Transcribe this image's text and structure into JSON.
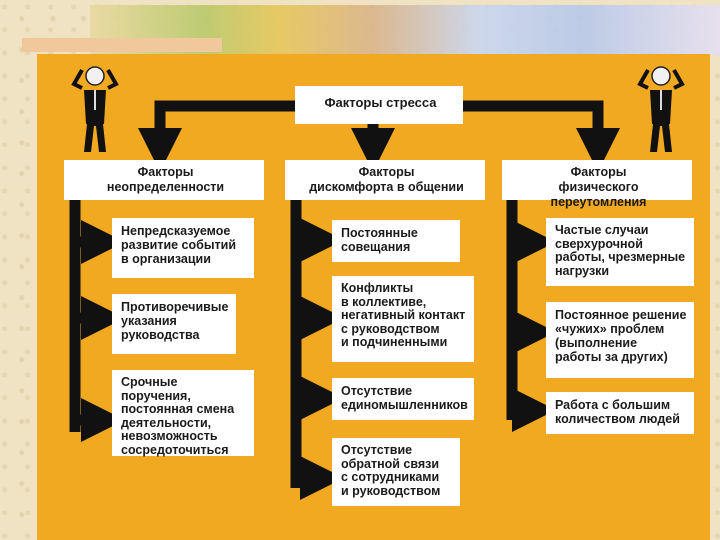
{
  "diagram": {
    "title": "Факторы стресса",
    "columns": [
      {
        "header": "Факторы\nнеопределенности",
        "items": [
          "Непредсказуемое\nразвитие событий\nв организации",
          "Противоречивые\nуказания\nруководства",
          "Срочные поручения,\nпостоянная смена\nдеятельности,\nневозможность\nсосредоточиться"
        ]
      },
      {
        "header": "Факторы\nдискомфорта в общении",
        "items": [
          "Постоянные\nсовещания",
          "Конфликты\nв коллективе,\nнегативный контакт\nс руководством\nи подчиненными",
          "Отсутствие\nединомышленников",
          "Отсутствие\nобратной связи\nс сотрудниками\nи руководством"
        ]
      },
      {
        "header": "Факторы\nфизического переутомления",
        "items": [
          "Частые случаи\nсверхурочной\nработы, чрезмерные\nнагрузки",
          "Постоянное решение\n«чужих» проблем\n(выполнение\nработы за других)",
          "Работа с большим\nколичеством людей"
        ]
      }
    ]
  },
  "colors": {
    "panel": "#f2a922",
    "arrow": "#111111",
    "box": "#ffffff"
  }
}
